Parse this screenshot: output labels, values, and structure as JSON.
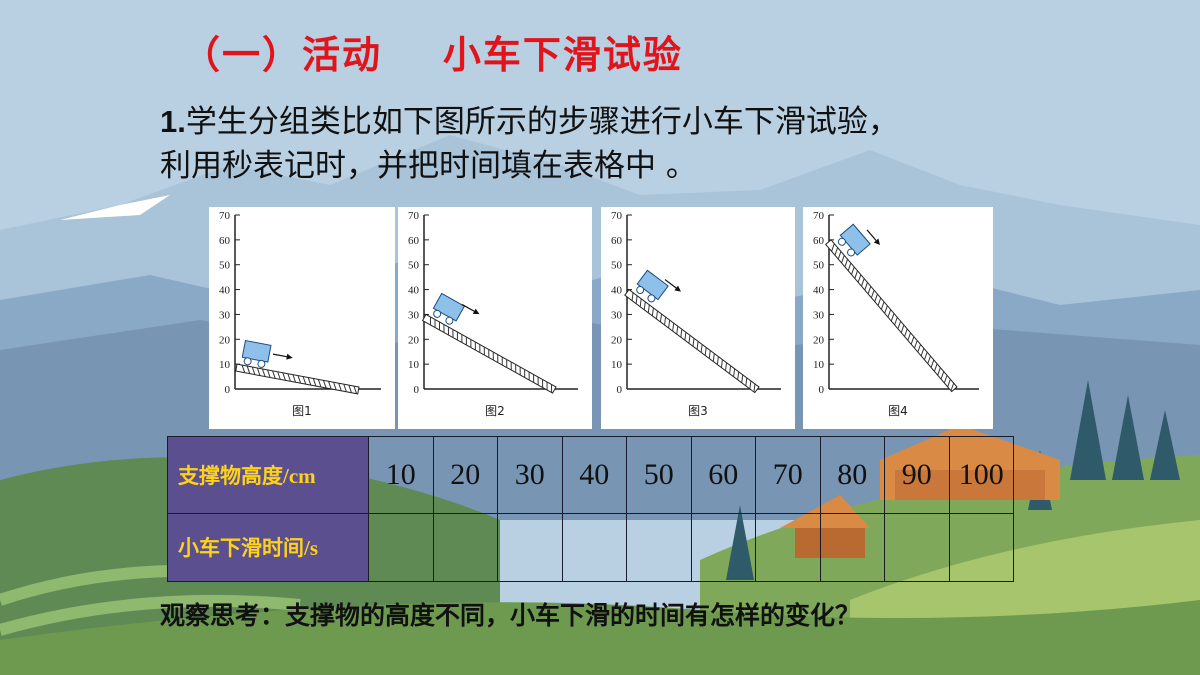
{
  "title": "（一）活动    小车下滑试验",
  "intro": {
    "number": "1.",
    "line1": "学生分组类比如下图所示的步骤进行小车下滑试验，",
    "line2": "利用秒表记时，并把时间填在表格中 。"
  },
  "figures": [
    {
      "caption": "图1",
      "height": 10
    },
    {
      "caption": "图2",
      "height": 30
    },
    {
      "caption": "图3",
      "height": 40
    },
    {
      "caption": "图4",
      "height": 60
    }
  ],
  "figure_axis_ticks": [
    "0",
    "10",
    "20",
    "30",
    "40",
    "50",
    "60",
    "70"
  ],
  "table": {
    "row1_label": "支撑物高度/cm",
    "row2_label": "小车下滑时间/s",
    "heights": [
      "10",
      "20",
      "30",
      "40",
      "50",
      "60",
      "70",
      "80",
      "90",
      "100"
    ],
    "times": [
      "",
      "",
      "",
      "",
      "",
      "",
      "",
      "",
      "",
      ""
    ]
  },
  "question": "观察思考：支撑物的高度不同，小车下滑的时间有怎样的变化？",
  "colors": {
    "title": "#e0141a",
    "table_header_bg": "#5b4f8f",
    "table_header_text": "#ffd21a",
    "cart": "#8ec0ea"
  }
}
